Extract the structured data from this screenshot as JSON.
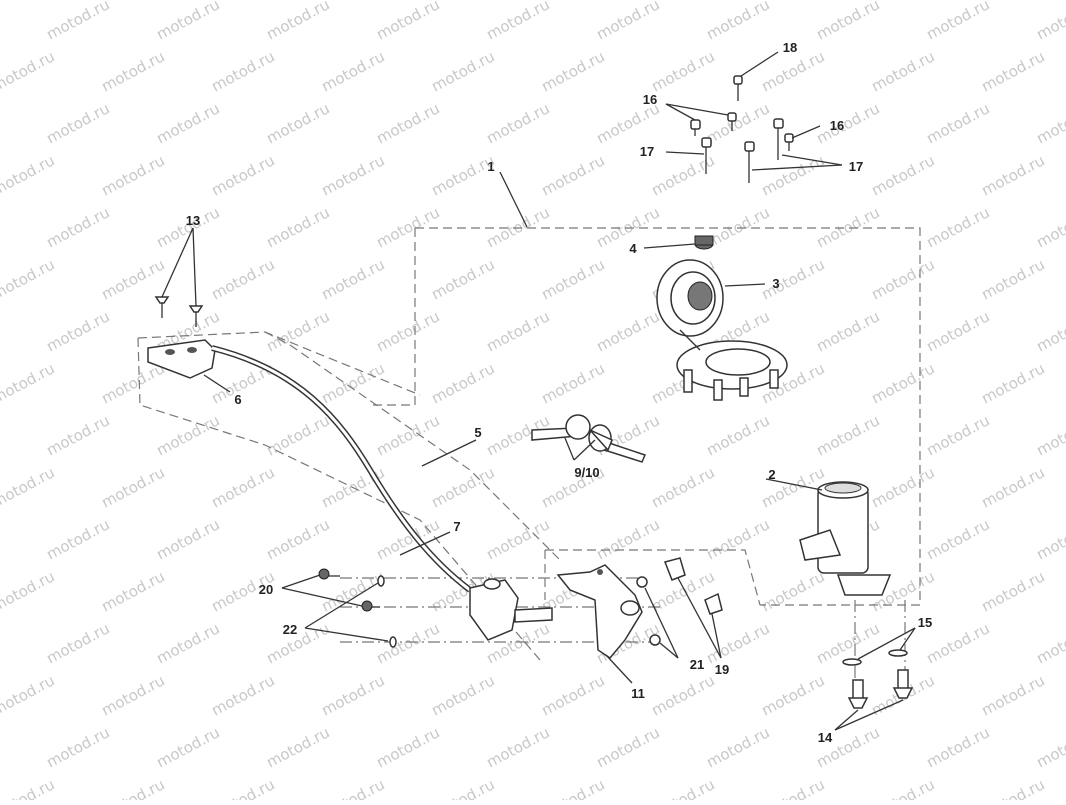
{
  "watermark": {
    "text": "motod.ru"
  },
  "callouts": [
    {
      "id": "1",
      "label": "1"
    },
    {
      "id": "2",
      "label": "2"
    },
    {
      "id": "3",
      "label": "3"
    },
    {
      "id": "4",
      "label": "4"
    },
    {
      "id": "5",
      "label": "5"
    },
    {
      "id": "6",
      "label": "6"
    },
    {
      "id": "7",
      "label": "7"
    },
    {
      "id": "9-10",
      "label": "9/10"
    },
    {
      "id": "11",
      "label": "11"
    },
    {
      "id": "13",
      "label": "13"
    },
    {
      "id": "14",
      "label": "14"
    },
    {
      "id": "15",
      "label": "15"
    },
    {
      "id": "16a",
      "label": "16"
    },
    {
      "id": "16b",
      "label": "16"
    },
    {
      "id": "17a",
      "label": "17"
    },
    {
      "id": "17b",
      "label": "17"
    },
    {
      "id": "18",
      "label": "18"
    },
    {
      "id": "19",
      "label": "19"
    },
    {
      "id": "20",
      "label": "20"
    },
    {
      "id": "21",
      "label": "21"
    },
    {
      "id": "22",
      "label": "22"
    }
  ],
  "parts": [
    "ignition-switch",
    "fuel-cap",
    "fuel-cap-plug",
    "seat-lock-cable",
    "cable-bracket",
    "keys",
    "seat-lock-bracket",
    "seat-lock",
    "flange-bolts",
    "washers",
    "screws",
    "cap-bolts",
    "cap-bolts-long",
    "bolt",
    "clips",
    "nuts",
    "rivets",
    "countersunk-screws"
  ]
}
